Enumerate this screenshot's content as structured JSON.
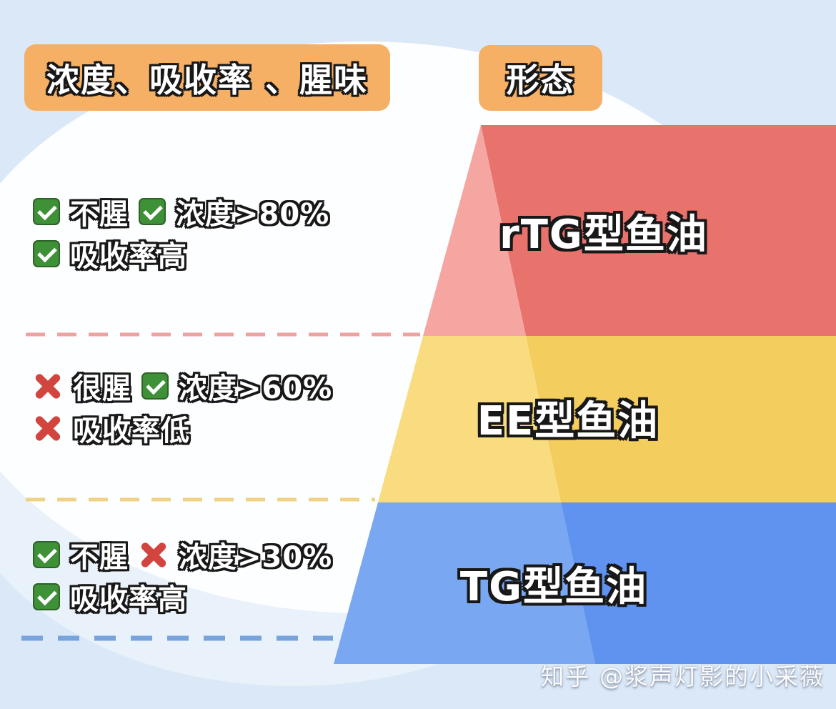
{
  "canvas": {
    "background": "#dbe8f7",
    "blob_white": "#fdfeff",
    "blob_pale": "#e9f1fa"
  },
  "headers": {
    "bg": "#f5b065",
    "left": {
      "label": "浓度、吸收率 、腥味"
    },
    "right": {
      "label": "形态"
    }
  },
  "attribute_rows": [
    {
      "line1": [
        {
          "mark": "check",
          "label": "不腥"
        },
        {
          "mark": "check",
          "label": "浓度>80%"
        }
      ],
      "line2": [
        {
          "mark": "check",
          "label": "吸收率高"
        }
      ]
    },
    {
      "line1": [
        {
          "mark": "x",
          "label": "很腥"
        },
        {
          "mark": "check",
          "label": "浓度>60%"
        }
      ],
      "line2": [
        {
          "mark": "x",
          "label": "吸收率低"
        }
      ]
    },
    {
      "line1": [
        {
          "mark": "check",
          "label": "不腥"
        },
        {
          "mark": "x",
          "label": "浓度>30%"
        }
      ],
      "line2": [
        {
          "mark": "check",
          "label": "吸收率高"
        }
      ]
    }
  ],
  "marks": {
    "check_color": "#3f9138",
    "x_color": "#d2453e"
  },
  "pyramid": {
    "tiers": [
      {
        "label": "rTG型鱼油",
        "color": "#e8726c",
        "color_light": "#f6a6a0",
        "divider_color": "#efa3a0"
      },
      {
        "label": "EE型鱼油",
        "color": "#f4cd5f",
        "color_light": "#f9dc80",
        "divider_color": "#f0d285"
      },
      {
        "label": "TG型鱼油",
        "color": "#5f93ef",
        "color_light": "#7aa7f1",
        "divider_color": "#79a3dc"
      }
    ]
  },
  "watermark": {
    "text": "知乎 @浆声灯影的小采薇"
  }
}
